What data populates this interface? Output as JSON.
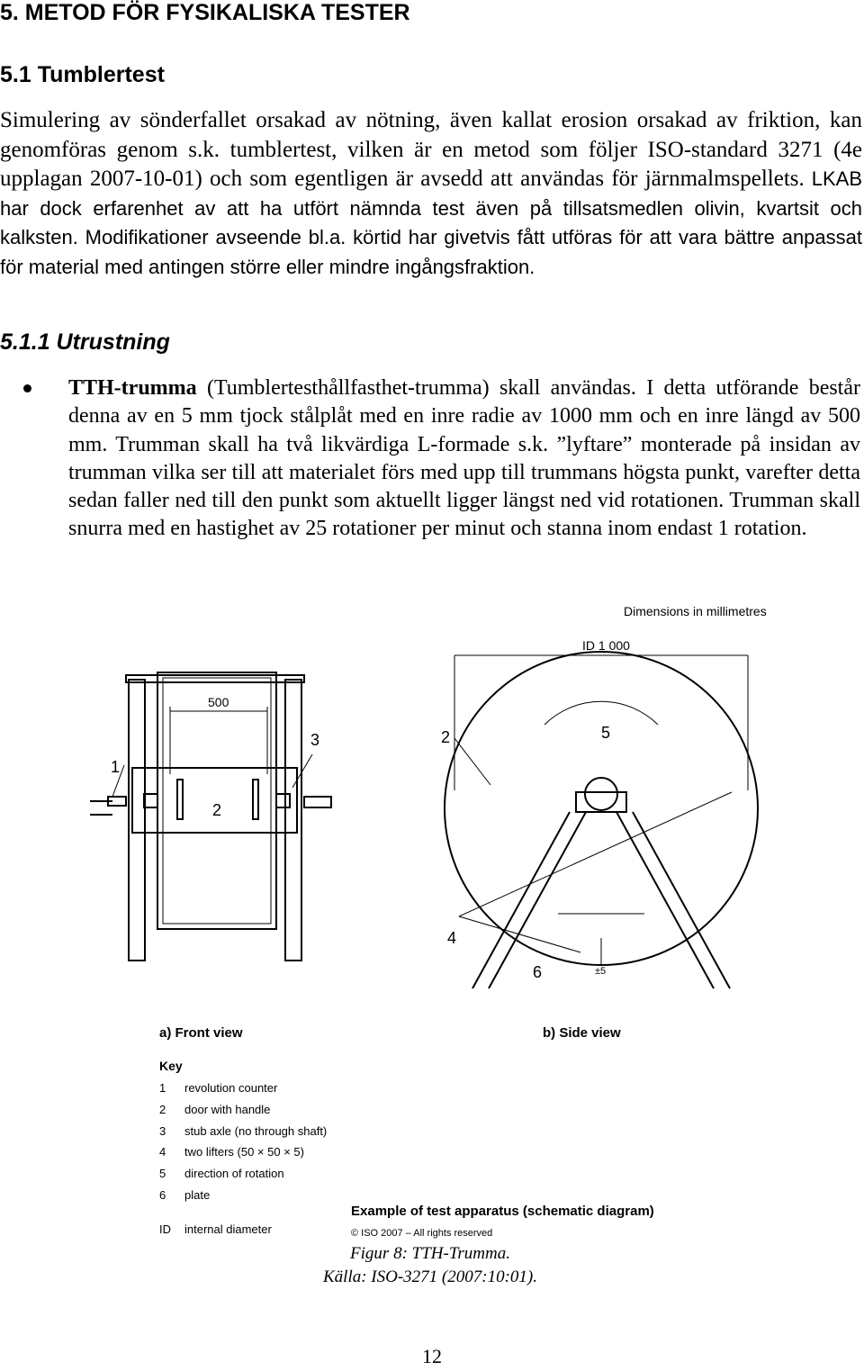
{
  "heading": {
    "section": "5. METOD FÖR FYSIKALISKA TESTER",
    "subsection": "5.1 Tumblertest"
  },
  "intro": {
    "part1": "Simulering av sönderfallet orsakad av nötning, även kallat erosion orsakad av friktion, kan genomföras genom s.k. tumblertest, vilken är en metod som följer ISO-standard 3271 (4e upplagan 2007-10-01) och som egentligen är avsedd att användas för järnmalmspellets.",
    "part2": "LKAB har dock erfarenhet av att ha utfört nämnda test även på tillsatsmedlen olivin, kvartsit och kalksten. Modifikationer avseende bl.a. körtid har givetvis fått utföras för att vara bättre anpassat för material med antingen större eller mindre ingångsfraktion."
  },
  "equipment": {
    "heading": "5.1.1 Utrustning",
    "bullet_term": "TTH-trumma",
    "bullet_text": " (Tumblertesthållfasthet-trumma) skall användas. I detta utförande består denna av en 5 mm tjock stålplåt med en inre radie av 1000 mm och en inre längd av 500 mm. Trumman skall ha två likvärdiga L-formade s.k. ”lyftare” monterade på insidan av trumman vilka ser till att materialet förs med upp till trummans högsta punkt, varefter detta sedan faller ned till den punkt som aktuellt ligger längst ned vid rotationen. Trumman skall snurra med en hastighet av 25 rotationer per minut och stanna inom endast 1 rotation."
  },
  "figure": {
    "dimensions_note": "Dimensions in millimetres",
    "id_label": "ID 1 000",
    "width_label": "500",
    "callouts": {
      "c1": "1",
      "c2": "2",
      "c3": "3",
      "c4": "4",
      "c5": "5",
      "c6": "6",
      "side2": "2",
      "tol": "±5"
    },
    "front_view": "a)  Front view",
    "side_view": "b)  Side view",
    "key_title": "Key",
    "key": [
      {
        "num": "1",
        "text": "revolution counter"
      },
      {
        "num": "2",
        "text": "door with handle"
      },
      {
        "num": "3",
        "text": "stub axle (no through shaft)"
      },
      {
        "num": "4",
        "text": "two lifters (50 × 50 × 5)"
      },
      {
        "num": "5",
        "text": "direction of rotation"
      },
      {
        "num": "6",
        "text": "plate"
      },
      {
        "num": "ID",
        "text": "internal diameter"
      }
    ],
    "example_title": "Example of test apparatus (schematic diagram)",
    "copyright": "© ISO 2007 – All rights reserved"
  },
  "caption": {
    "line1": "Figur 8: TTH-Trumma.",
    "line2": "Källa: ISO-3271 (2007:10:01)."
  },
  "page_number": "12"
}
